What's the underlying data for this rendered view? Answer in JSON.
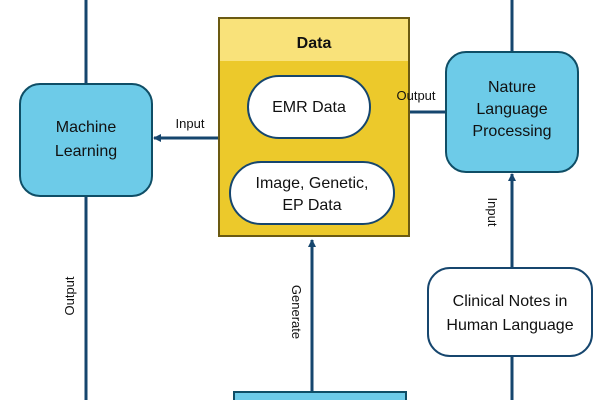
{
  "nodes": {
    "data_panel": {
      "title": "Data"
    },
    "emr": {
      "label": "EMR Data"
    },
    "image_genetic": {
      "line1": "Image, Genetic,",
      "line2": "EP Data"
    },
    "machine_learning": {
      "line1": "Machine",
      "line2": "Learning"
    },
    "nlp": {
      "line1": "Nature",
      "line2": "Language",
      "line3": "Processing"
    },
    "clinical_notes": {
      "line1": "Clinical Notes in",
      "line2": "Human Language"
    }
  },
  "edges": {
    "input_to_ml": "Input",
    "output_from_nlp": "Output",
    "input_to_nlp": "Input",
    "output_from_ml": "Output",
    "generate": "Generate"
  },
  "colors": {
    "panel_fill": "#ecc92b",
    "panel_header": "#f9e27a",
    "panel_border": "#6b5a12",
    "process_fill": "#6dcbe8",
    "process_border": "#0f4e66",
    "arrow": "#16466e",
    "pill_fill": "#ffffff",
    "pill_border": "#16466e"
  }
}
